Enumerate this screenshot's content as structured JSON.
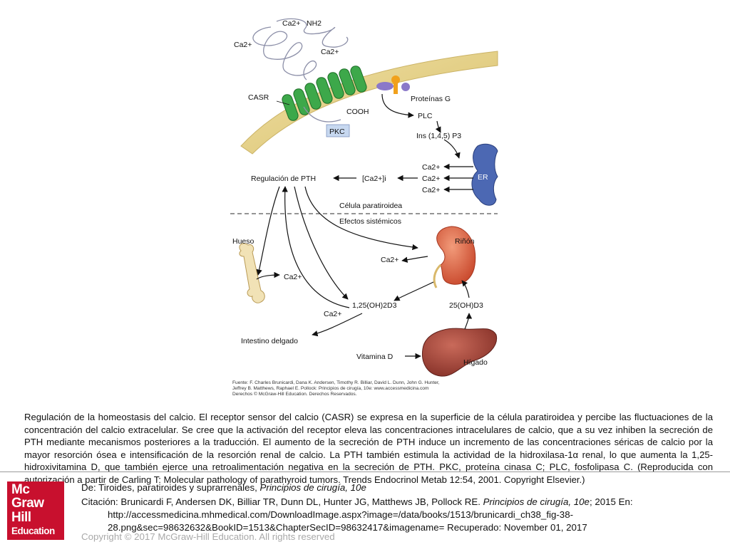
{
  "figure": {
    "labels": {
      "ca_top": "Ca2+",
      "nh2": "NH2",
      "ca_left": "Ca2+",
      "ca_right": "Ca2+",
      "casr": "CASR",
      "proteinas_g": "Proteínas G",
      "cooh": "COOH",
      "plc": "PLC",
      "pkc": "PKC",
      "ins": "Ins (1,4,5) P3",
      "er": "ER",
      "ca_er1": "Ca2+",
      "ca_er2": "Ca2+",
      "ca_er3": "Ca2+",
      "regulacion": "Regulación de PTH",
      "ca_i": "[Ca2+]i",
      "celula": "Célula paratiroidea",
      "efectos": "Efectos sistémicos",
      "hueso": "Hueso",
      "rinon": "Riñón",
      "ca_kidney": "Ca2+",
      "ca_bone": "Ca2+",
      "oh2d3": "1,25(OH)2D3",
      "ohd3": "25(OH)D3",
      "ca_intestine": "Ca2+",
      "intestino": "Intestino delgado",
      "vitamina": "Vitamina D",
      "higado": "Hígado"
    },
    "source": [
      "Fuente: F. Charles Brunicardi, Dana K. Andersen, Timothy R. Billiar, David L. Dunn, John G. Hunter,",
      "Jeffrey B. Matthews, Raphael E. Pollock: Principios de cirugía, 10e: www.accessmedicina.com",
      "Derechos © McGraw-Hill Education. Derechos Reservados."
    ]
  },
  "caption": "Regulación de la homeostasis del calcio. El receptor sensor del calcio (CASR) se expresa en la superficie de la célula paratiroidea y percibe las fluctuaciones de la concentración del calcio extracelular. Se cree que la activación del receptor eleva las concentraciones intracelulares de calcio, que a su vez inhiben la secreción de PTH mediante mecanismos posteriores a la traducción. El aumento de la secreción de PTH induce un incremento de las concentraciones séricas de calcio por la mayor resorción ósea e intensificación de la resorción renal de calcio. La PTH también estimula la actividad de la hidroxilasa-1α renal, lo que aumenta la 1,25-hidroxivitamina D, que también ejerce una retroalimentación negativa en la secreción de PTH. PKC, proteína cinasa C; PLC, fosfolipasa C. (Reproducida con autorización a partir de Carling T: Molecular pathology of parathyroid tumors. Trends Endocrinol Metab 12:54, 2001. Copyright Elsevier.)",
  "logo": {
    "line1": "Mc",
    "line2": "Graw",
    "line3": "Hill",
    "line4": "Education"
  },
  "footer": {
    "de_prefix": "De: Tiroides, paratiroides y suprarrenales, ",
    "de_book": "Principios de cirugía, 10e",
    "cite_prefix": "Citación: Brunicardi F, Andersen DK, Billiar TR, Dunn DL, Hunter JG, Matthews JB, Pollock RE. ",
    "cite_book": "Principios de cirugía, 10e",
    "cite_suffix": "; 2015 En:",
    "cite_url": "http://accessmedicina.mhmedical.com/DownloadImage.aspx?image=/data/books/1513/brunicardi_ch38_fig-38-",
    "cite_url2": "28.png&sec=98632632&BookID=1513&ChapterSecID=98632417&imagename= Recuperado: November 01, 2017",
    "copyright": "Copyright © 2017 McGraw-Hill Education. All rights reserved"
  }
}
